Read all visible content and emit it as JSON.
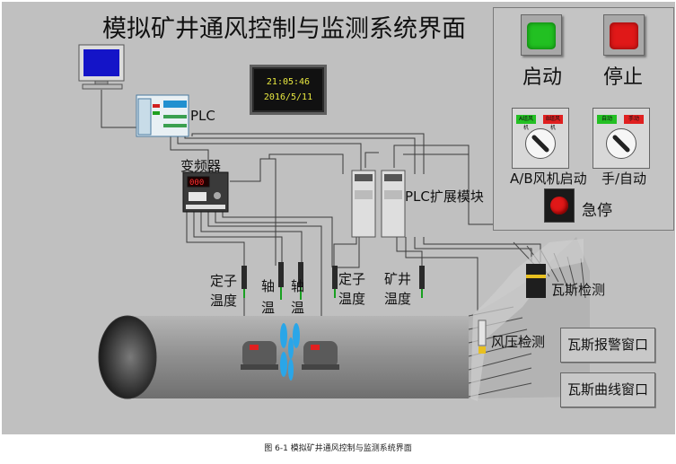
{
  "title": "模拟矿井通风控制与监测系统界面",
  "clock": {
    "time": "21:05:46",
    "date": "2016/5/11"
  },
  "labels": {
    "plc": "PLC",
    "inverter": "变频器",
    "plc_ext": "PLC扩展模块",
    "stator_temp_1_a": "定子",
    "stator_temp_1_b": "温度",
    "shaft_temp_1_a": "轴",
    "shaft_temp_1_b": "温",
    "shaft_temp_2_a": "轴",
    "shaft_temp_2_b": "温",
    "stator_temp_2_a": "定子",
    "stator_temp_2_b": "温度",
    "mine_temp_a": "矿井",
    "mine_temp_b": "温度",
    "gas_detect": "瓦斯检测",
    "pressure_detect": "风压检测"
  },
  "controls": {
    "start_label": "启动",
    "stop_label": "停止",
    "ab_selector_label": "A/B风机启动",
    "ab_tag_a": "A组风机",
    "ab_tag_b": "B组风机",
    "mode_selector_label": "手/自动",
    "mode_tag_auto": "自动",
    "mode_tag_manual": "手动",
    "estop_label": "急停"
  },
  "buttons": {
    "gas_alarm_window": "瓦斯报警窗口",
    "gas_curve_window": "瓦斯曲线窗口"
  },
  "colors": {
    "start_green": "#22c022",
    "stop_red": "#e01818",
    "clock_text": "#e8e840"
  },
  "caption": "图 6-1 模拟矿井通风控制与监测系统界面"
}
